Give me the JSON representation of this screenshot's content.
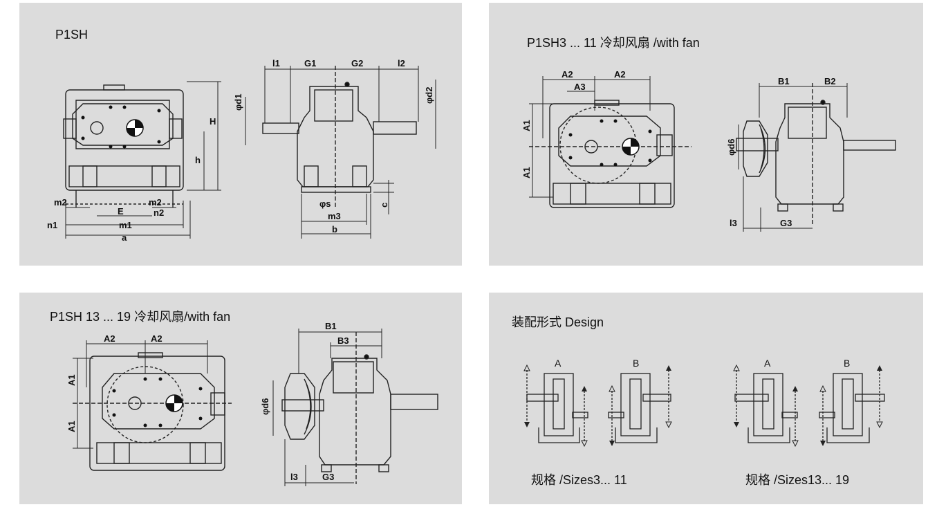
{
  "panels": {
    "p1sh": {
      "title": "P1SH"
    },
    "p1sh3": {
      "title": "P1SH3 ... 11 冷却风扇 /with fan"
    },
    "p1sh13": {
      "title": "P1SH 13 ... 19 冷却风扇/with fan"
    },
    "design": {
      "title": "装配形式 Design",
      "caption_small": "规格 /Sizes3... 11",
      "caption_large": "规格 /Sizes13... 19",
      "label_a": "A",
      "label_b": "B"
    }
  },
  "dims": {
    "H": "H",
    "h": "h",
    "d1": "φd1",
    "d2": "φd2",
    "l1": "l1",
    "G1": "G1",
    "G2": "G2",
    "l2": "l2",
    "m2": "m2",
    "E": "E",
    "n2": "n2",
    "n1": "n1",
    "m1": "m1",
    "a": "a",
    "s": "φs",
    "m3": "m3",
    "b": "b",
    "c": "c",
    "A1": "A1",
    "A2": "A2",
    "A3": "A3",
    "B1": "B1",
    "B2": "B2",
    "B3": "B3",
    "d6": "φd6",
    "l3": "l3",
    "G3": "G3"
  }
}
